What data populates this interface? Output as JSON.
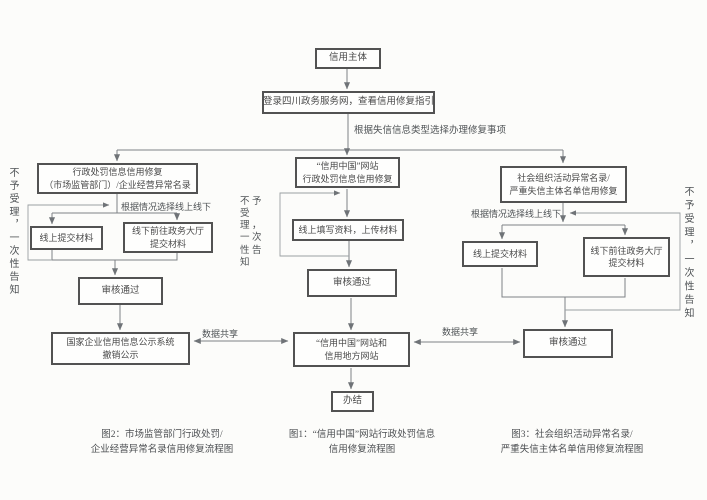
{
  "flow": {
    "start": "信用主体",
    "login": "登录四川政务服务网，查看信用修复指引",
    "type_select_label": "根据失信信息类型选择办理修复事项",
    "data_share_label": "数据共享",
    "reject_note": "不予受理，一次性告知"
  },
  "left_branch": {
    "header_line1": "行政处罚信息信用修复",
    "header_line2": "（市场监管部门）/企业经营异常名录",
    "choose_label": "根据情况选择线上线下",
    "online_box": "线上提交材料",
    "offline_line1": "线下前往政务大厅",
    "offline_line2": "提交材料",
    "review_box": "审核通过",
    "publicity_line1": "国家企业信用信息公示系统",
    "publicity_line2": "撤销公示",
    "caption_line1": "图2：市场监管部门行政处罚/",
    "caption_line2": "企业经营异常名录信用修复流程图"
  },
  "middle_branch": {
    "header_line1": "“信用中国”网站",
    "header_line2": "行政处罚信息信用修复",
    "fill_box": "线上填写资料，上传材料",
    "review_box": "审核通过",
    "website_line1": "“信用中国”网站和",
    "website_line2": "信用地方网站",
    "done_box": "办结",
    "caption_line1": "图1：“信用中国”网站行政处罚信息",
    "caption_line2": "信用修复流程图"
  },
  "right_branch": {
    "header_line1": "社会组织活动异常名录/",
    "header_line2": "严重失信主体名单信用修复",
    "choose_label": "根据情况选择线上线下",
    "online_box": "线上提交材料",
    "offline_line1": "线下前往政务大厅",
    "offline_line2": "提交材料",
    "review_box": "审核通过",
    "caption_line1": "图3：社会组织活动异常名录/",
    "caption_line2": "严重失信主体名单信用修复流程图"
  }
}
